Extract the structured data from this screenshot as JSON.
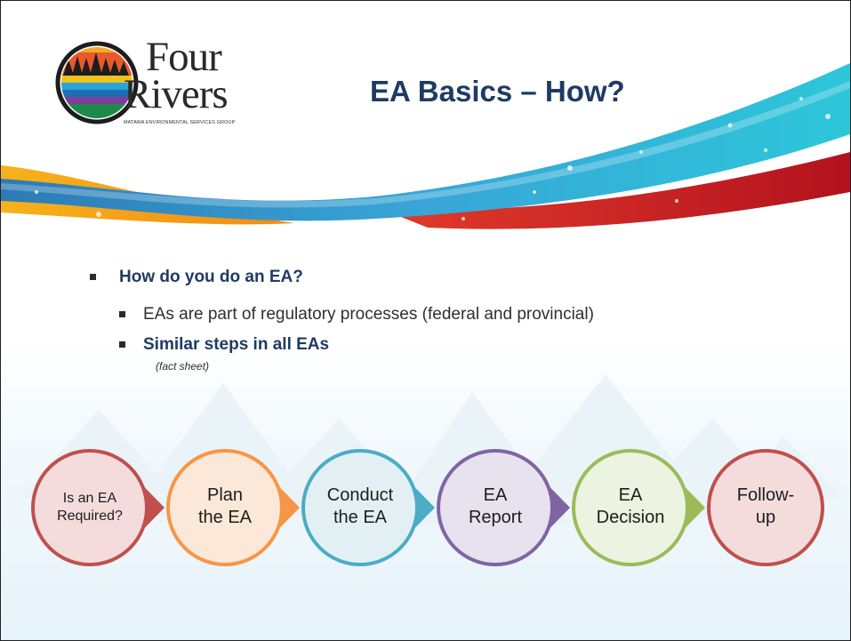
{
  "slide": {
    "title": "EA Basics – How?",
    "logo": {
      "word1": "Four",
      "word2": "Rivers",
      "tagline": "MATAWA ENVIRONMENTAL SERVICES GROUP"
    },
    "bullets": {
      "level1": "How do you do an EA?",
      "level2": [
        "EAs are part of regulatory processes (federal and provincial)",
        "Similar steps in all EAs"
      ],
      "note": "(fact sheet)"
    },
    "process": {
      "steps": [
        {
          "line1": "Is an EA",
          "line2": "Required?",
          "fill": "#f5dcdc",
          "border": "#c0504d"
        },
        {
          "line1": "Plan",
          "line2": "the EA",
          "fill": "#fce8d8",
          "border": "#f79646"
        },
        {
          "line1": "Conduct",
          "line2": "the EA",
          "fill": "#e2f0f4",
          "border": "#4bacc6"
        },
        {
          "line1": "EA",
          "line2": "Report",
          "fill": "#e8e1ee",
          "border": "#8064a2"
        },
        {
          "line1": "EA",
          "line2": "Decision",
          "fill": "#ecf3e1",
          "border": "#9bbb59"
        },
        {
          "line1": "Follow-",
          "line2": "up",
          "fill": "#f5dcdc",
          "border": "#c0504d"
        }
      ]
    }
  }
}
